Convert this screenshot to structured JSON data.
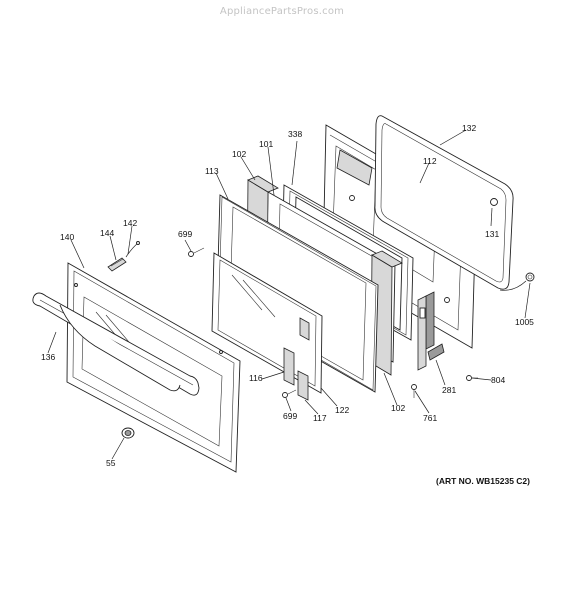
{
  "watermark": "AppliancePartsPros.com",
  "art_no": "(ART NO. WB15235 C2)",
  "callouts": {
    "p338": "338",
    "p132": "132",
    "p101": "101",
    "p102_top": "102",
    "p112": "112",
    "p113": "113",
    "p131": "131",
    "p142": "142",
    "p144": "144",
    "p140": "140",
    "p699_top": "699",
    "p1005": "1005",
    "p136": "136",
    "p116": "116",
    "p281": "281",
    "p804": "804",
    "p122": "122",
    "p102_bottom": "102",
    "p699_bottom": "699",
    "p117": "117",
    "p761": "761",
    "p55": "55"
  }
}
